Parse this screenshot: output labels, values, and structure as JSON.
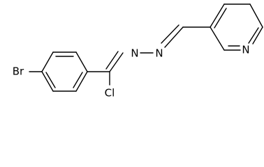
{
  "molecule": {
    "atoms": {
      "br": "Br",
      "cl": "Cl",
      "n_azo_left": "N",
      "n_azo_right": "N",
      "n_ring": "N"
    }
  },
  "colors": {
    "bond": "#000000",
    "label": "#000000",
    "background": "#ffffff"
  }
}
